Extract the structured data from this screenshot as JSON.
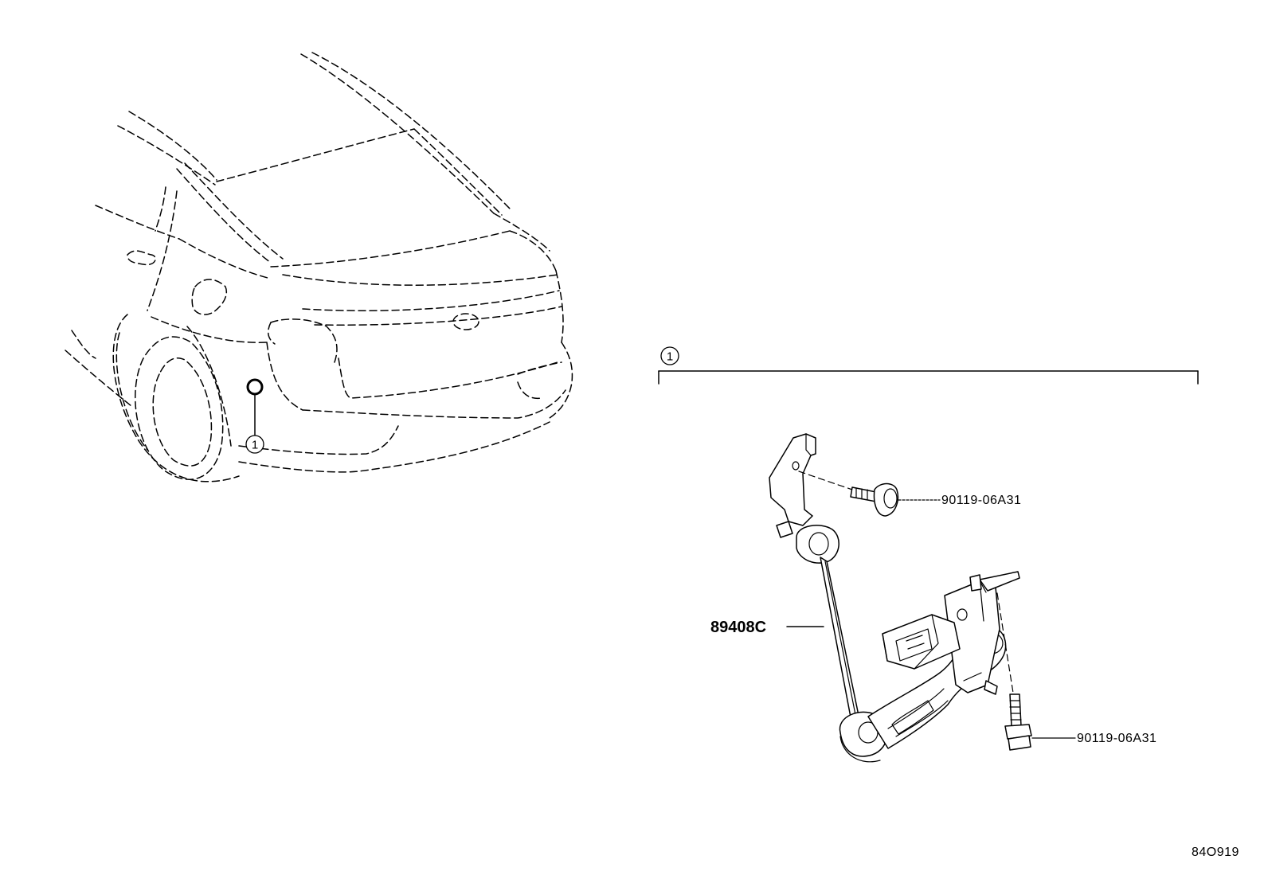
{
  "callout": {
    "number": "1"
  },
  "parts": {
    "sensor": "89408C",
    "bolt_upper": "90119-06A31",
    "bolt_lower": "90119-06A31"
  },
  "illustration_code": "84O919"
}
